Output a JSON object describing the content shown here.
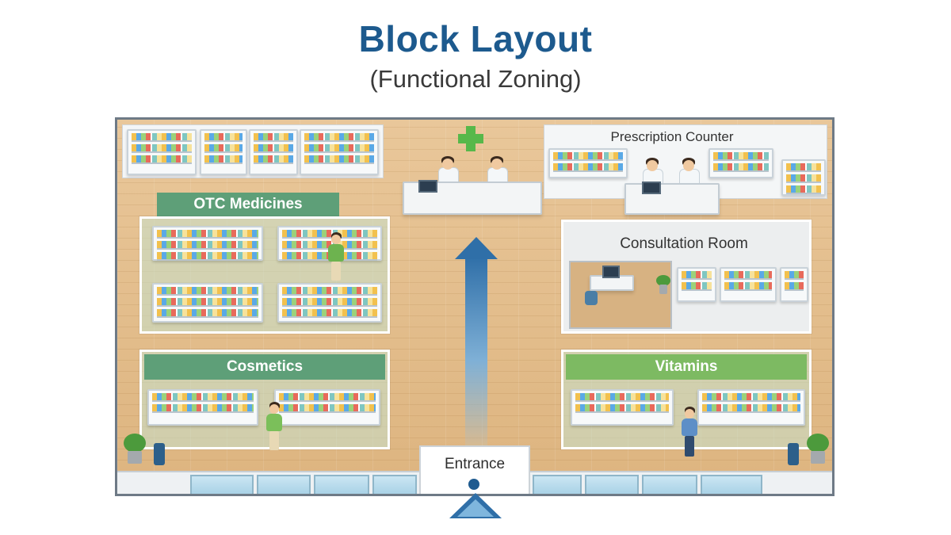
{
  "title": "Block Layout",
  "subtitle": "(Functional Zoning)",
  "zones": {
    "prescription_counter": "Prescription Counter",
    "otc_medicines": "OTC Medicines",
    "consultation_room": "Consultation Room",
    "cosmetics": "Cosmetics",
    "vitamins": "Vitamins",
    "entrance": "Entrance"
  },
  "colors": {
    "title": "#1d5a8e",
    "zone_label_dark": "#5e9f78",
    "zone_label_light": "#7dba62",
    "floor": "#e2bb86",
    "cross": "#57b84a",
    "arrow": "#2f6fa8"
  },
  "icons": [
    "pharmacy-cross-icon",
    "up-arrow-icon",
    "entrance-arrow-icon"
  ]
}
